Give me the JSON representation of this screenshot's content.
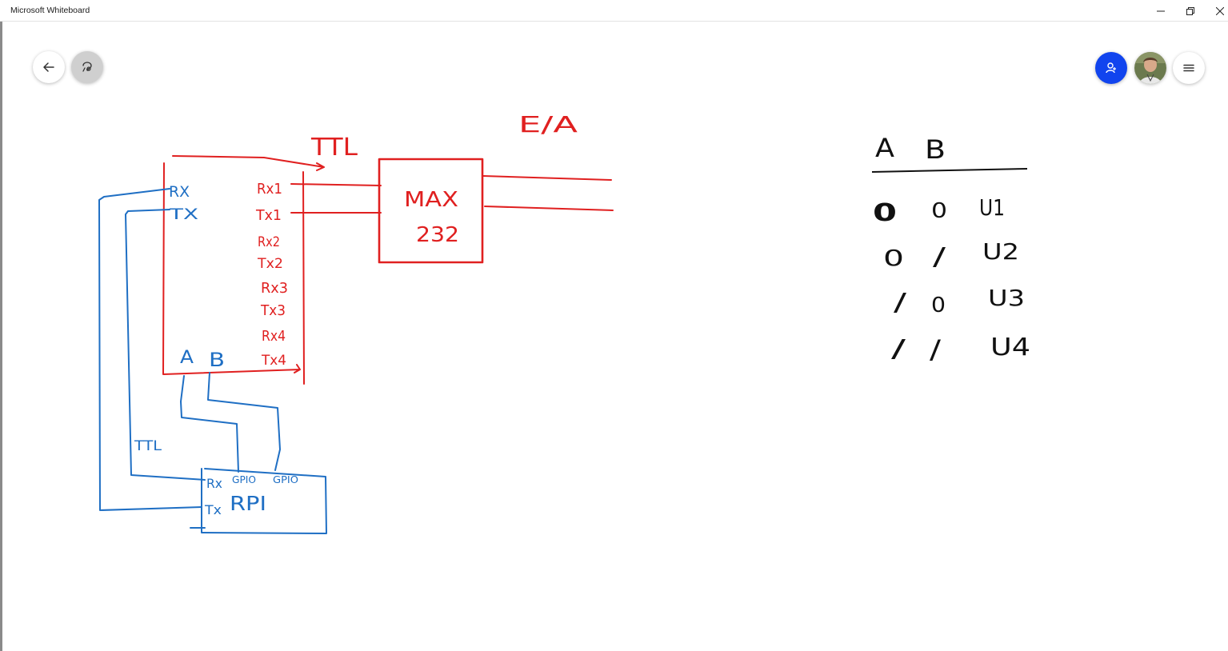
{
  "window": {
    "title": "Microsoft Whiteboard",
    "controls": [
      "minimize-icon",
      "restore-icon",
      "close-icon"
    ]
  },
  "toolbar": {
    "left": [
      "back-arrow-icon",
      "lasso-select-icon"
    ],
    "right": [
      "invite-person-icon",
      "avatar",
      "menu-icon"
    ]
  },
  "colors": {
    "red_ink": "#e02020",
    "blue_ink": "#1f6fc4",
    "black_ink": "#111111",
    "accent": "#1144ee"
  },
  "drawing": {
    "red_labels": {
      "ttl": "TTL",
      "eia": "E/A",
      "max_line1": "MAX",
      "max_line2": "232",
      "rx1": "Rx1",
      "tx1": "Tx1",
      "rx2": "Rx2",
      "tx2": "Tx2",
      "rx3": "Rx3",
      "tx3": "Tx3",
      "rx4": "Rx4",
      "tx4": "Tx4"
    },
    "blue_labels": {
      "rx": "RX",
      "tx": "TX",
      "a": "A",
      "b": "B",
      "ttl": "TTL",
      "rpi": "RPI",
      "rpi_rx": "Rx",
      "rpi_tx": "Tx",
      "gpio1": "GPIO",
      "gpio2": "GPIO"
    },
    "truth_table": {
      "headers": [
        "A",
        "B"
      ],
      "rows": [
        [
          "0",
          "0",
          "U1"
        ],
        [
          "0",
          "/",
          "U2"
        ],
        [
          "/",
          "0",
          "U3"
        ],
        [
          "/",
          "/",
          "U4"
        ]
      ]
    }
  }
}
